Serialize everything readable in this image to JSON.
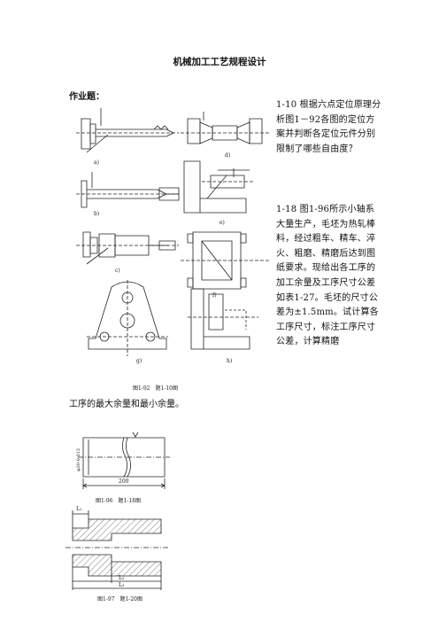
{
  "page": {
    "title": "机械加工工艺规程设计",
    "section_heading": "作业题：",
    "problem_1_10": "1-10 根据六点定位原理分析图1－92各图的定位方案并判断各定位元件分别限制了哪些自由度？",
    "problem_1_18": "1-18 图1-96所示小轴系大量生产，毛坯为热轧棒料，经过粗车、精车、淬火、粗磨、精磨后达到图纸要求。现给出各工序的加工余量及工序尺寸公差如表1-27。毛坯的尺寸公差为±1.5mm。试计算各工序尺寸，标注工序尺寸公差，计算精磨",
    "problem_1_18_cont": "工序的最大余量和最小余量。"
  },
  "figures": {
    "fig_1_92": {
      "caption": "图1-92　题1-10图",
      "labels": [
        "a)",
        "b)",
        "c)",
        "d)",
        "e)",
        "f)",
        "g)",
        "h)"
      ]
    },
    "fig_1_96": {
      "caption": "图1-96　题1-18图",
      "dimension": "200",
      "diameter_label": "φ30-0.013"
    },
    "fig_1_97": {
      "caption": "图1-97　题1-20图",
      "dims": [
        "L₁",
        "L₂",
        "L₃"
      ]
    }
  }
}
